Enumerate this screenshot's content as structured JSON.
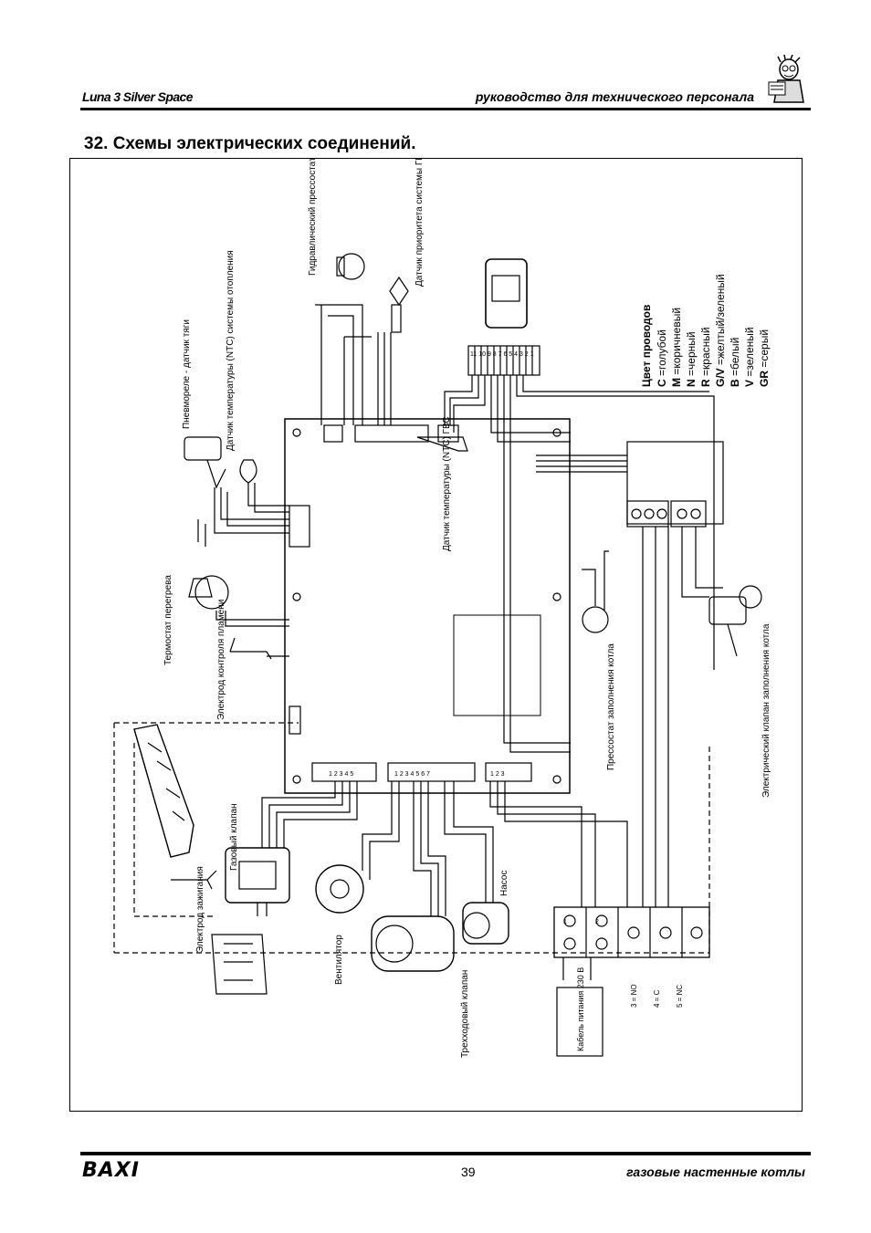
{
  "header": {
    "product": "Luna 3 Silver Space",
    "manual": "руководство для технического персонала"
  },
  "section": {
    "title": "32. Схемы электрических соединений."
  },
  "diagram": {
    "components": {
      "hydro_pressostat": "Гидравлический прессостат",
      "dhw_priority_sensor": "Датчик приоритета системы ГВС",
      "air_pressure_switch": "Пневмореле - датчик тяги",
      "heating_ntc": "Датчик температуры (NTC) системы отопления",
      "dhw_ntc": "Датчик температуры (NTC) ГВС",
      "overheat_thermostat": "Термостат перегрева",
      "flame_electrode": "Электрод контроля пламени",
      "gas_valve": "Газовый клапан",
      "ignition_electrode": "Электрод зажигания",
      "fan": "Вентилятор",
      "three_way_valve": "Трехходовый клапан",
      "pump": "Насос",
      "fill_pressostat": "Прессостат заполнения котла",
      "fill_valve": "Электрический клапан заполнения котла",
      "power_cable": "Кабель питания 230 В"
    },
    "legend": {
      "title": "Цвет проводов",
      "items": [
        {
          "code": "C",
          "name": "голубой"
        },
        {
          "code": "M",
          "name": "коричневый"
        },
        {
          "code": "N",
          "name": "черный"
        },
        {
          "code": "R",
          "name": "красный"
        },
        {
          "code": "G/V",
          "name": "желтый/зеленый"
        },
        {
          "code": "B",
          "name": "белый"
        },
        {
          "code": "V",
          "name": "зеленый"
        },
        {
          "code": "GR",
          "name": "серый"
        }
      ]
    },
    "terminals": {
      "no": "3 = NO",
      "c": "4 = C",
      "nc": "5 = NC"
    }
  },
  "footer": {
    "brand": "BAXI",
    "page": "39",
    "product_line": "газовые настенные котлы"
  }
}
